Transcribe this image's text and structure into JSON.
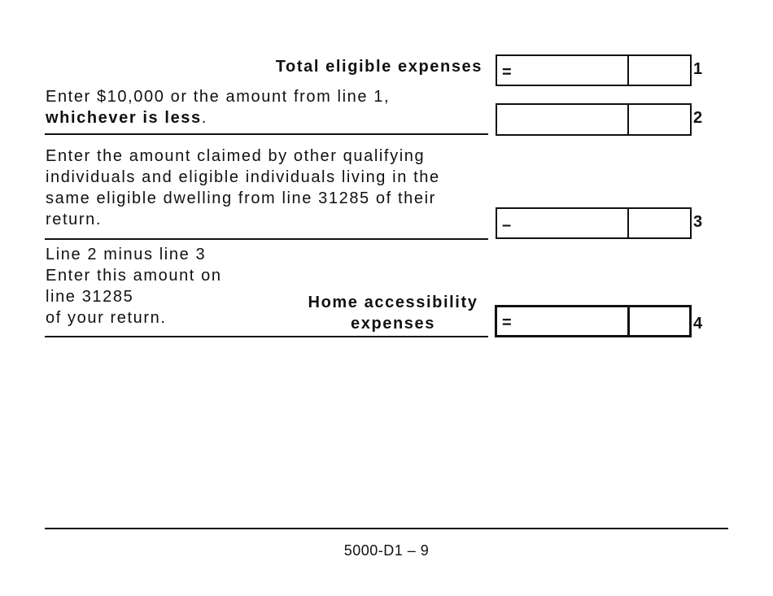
{
  "form": {
    "lines": [
      {
        "number": "1",
        "label": "Total eligible expenses",
        "operator": "=",
        "dollars": "",
        "cents": ""
      },
      {
        "number": "2",
        "label_line1": "Enter $10,000 or the amount from line 1,",
        "label_bold": "whichever is less",
        "label_suffix": ".",
        "operator": "",
        "dollars": "",
        "cents": ""
      },
      {
        "number": "3",
        "label_lines": [
          "Enter the amount claimed by other qualifying",
          "individuals and eligible individuals living in the",
          "same eligible dwelling from line 31285 of their",
          "return."
        ],
        "operator": "–",
        "dollars": "",
        "cents": ""
      },
      {
        "number": "4",
        "label_lines": [
          "Line 2 minus line 3",
          "Enter this amount on",
          "line 31285",
          "of your return."
        ],
        "result_label_line1": "Home accessibility",
        "result_label_line2": "expenses",
        "operator": "=",
        "dollars": "",
        "cents": ""
      }
    ]
  },
  "footer": {
    "page_label": "5000-D1 – 9"
  }
}
